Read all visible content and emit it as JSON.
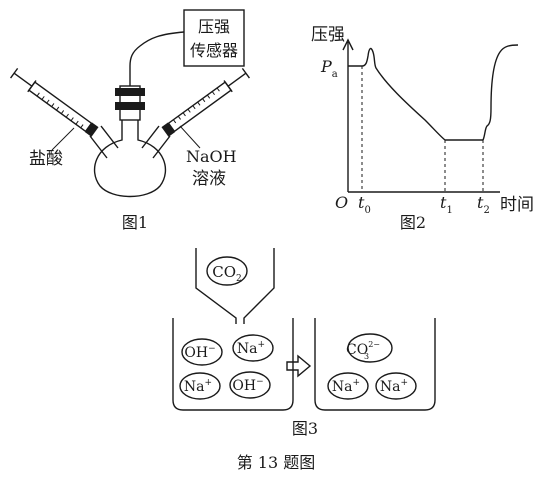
{
  "figure1": {
    "sensor_label_line1": "压强",
    "sensor_label_line2": "传感器",
    "left_reagent": "盐酸",
    "right_reagent_line1": "NaOH",
    "right_reagent_line2": "溶液",
    "caption": "图1"
  },
  "figure2": {
    "caption": "图2",
    "chart_data": {
      "type": "line",
      "ylabel": "压强",
      "xlabel": "时间",
      "origin_label": "O",
      "y_tick": {
        "main": "P",
        "sub": "a"
      },
      "x_ticks": [
        {
          "main": "t",
          "sub": "0"
        },
        {
          "main": "t",
          "sub": "1"
        },
        {
          "main": "t",
          "sub": "2"
        }
      ],
      "description_points": [
        "flat at Pa",
        "spike near t0",
        "gradual decrease to t1",
        "flat t1–t2",
        "sharp rise after t2"
      ]
    }
  },
  "figure3": {
    "caption": "图3",
    "gas": {
      "main": "CO",
      "sub": "2"
    },
    "left_ions": [
      {
        "main": "OH",
        "sup": "−"
      },
      {
        "main": "Na",
        "sup": "+"
      },
      {
        "main": "Na",
        "sup": "+"
      },
      {
        "main": "OH",
        "sup": "−"
      }
    ],
    "right_ions": [
      {
        "main": "CO",
        "sub": "3",
        "sup": "2−"
      },
      {
        "main": "Na",
        "sup": "+"
      },
      {
        "main": "Na",
        "sup": "+"
      }
    ]
  },
  "overall_caption": "第 13 题图"
}
